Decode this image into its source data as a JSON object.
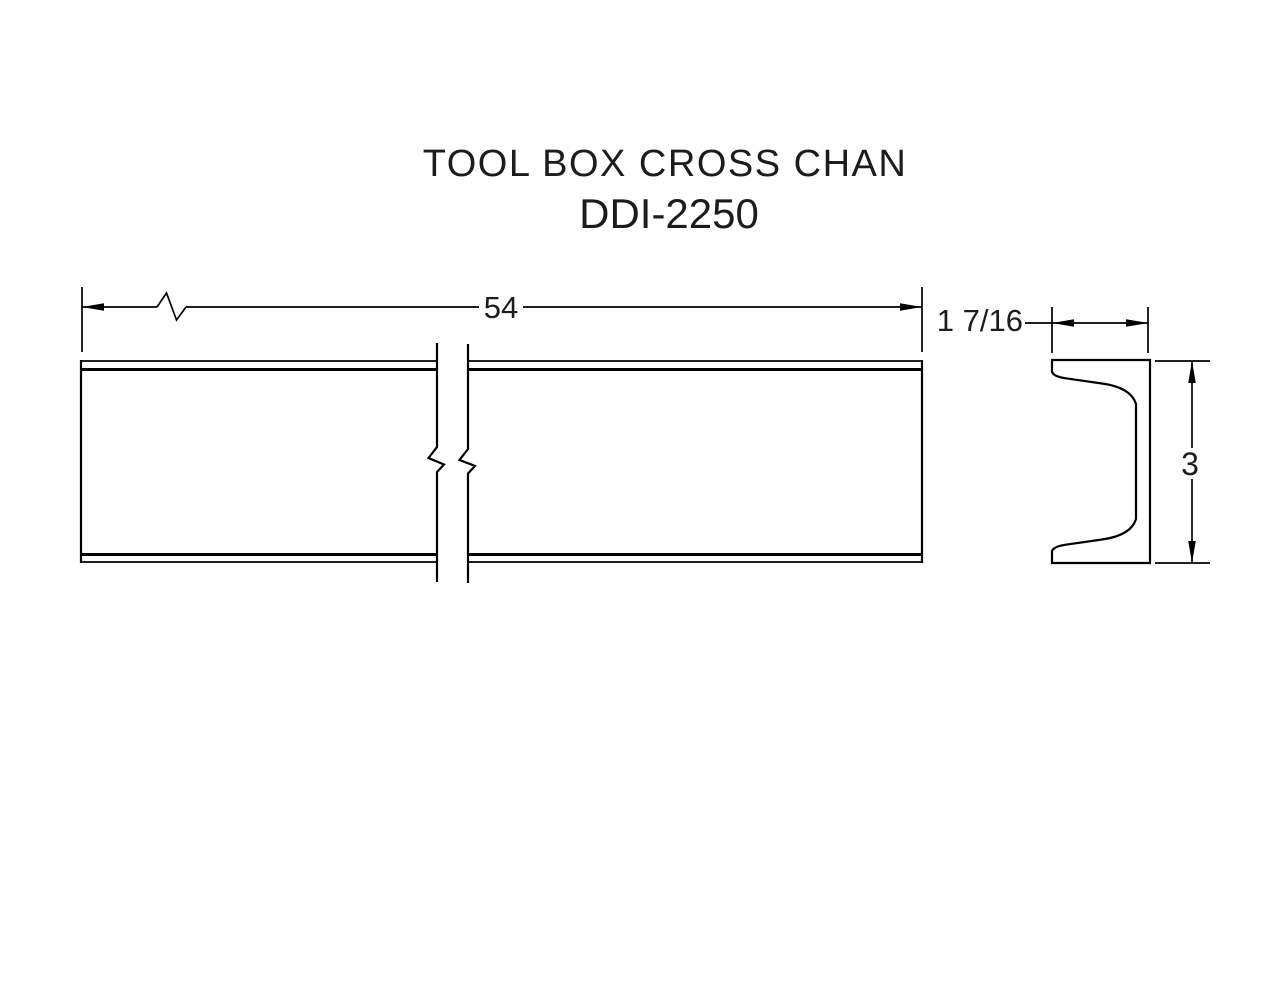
{
  "drawing": {
    "title_line1": "TOOL BOX CROSS CHAN",
    "title_line2": "DDI-2250"
  },
  "dimensions": {
    "overall_length": "54",
    "flange_width": "1 7/16",
    "channel_depth": "3"
  },
  "colors": {
    "line": "#000000",
    "text": "#1c1c1c",
    "background": "#ffffff"
  }
}
